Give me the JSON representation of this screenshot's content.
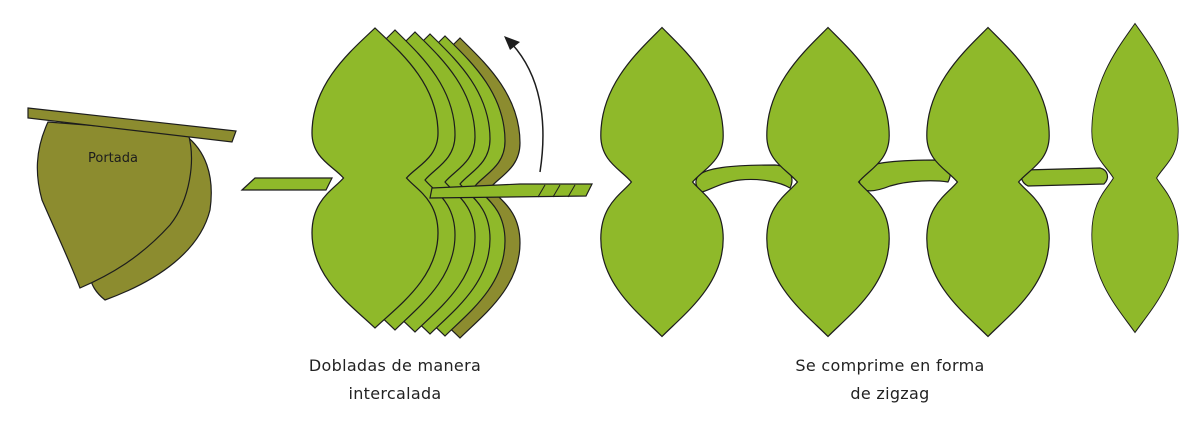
{
  "diagram": {
    "cover_label": "Portada",
    "caption_left": [
      "Dobladas de manera",
      "intercalada"
    ],
    "caption_right": [
      "Se comprime en forma",
      "de zigzag"
    ],
    "colors": {
      "leaf_green": "#8fb92a",
      "cover_olive": "#8c8c2f",
      "outline": "#1d1d1d"
    }
  }
}
